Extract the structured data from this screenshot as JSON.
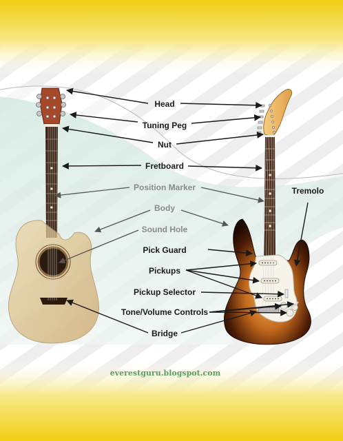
{
  "labels": {
    "head": "Head",
    "tuning_peg": "Tuning Peg",
    "nut": "Nut",
    "fretboard": "Fretboard",
    "position_marker": "Position Marker",
    "body": "Body",
    "sound_hole": "Sound Hole",
    "pick_guard": "Pick Guard",
    "pickups": "Pickups",
    "pickup_selector": "Pickup Selector",
    "tone_volume_controls": "Tone/Volume Controls",
    "bridge": "Bridge",
    "tremolo": "Tremolo"
  },
  "credit": "everestguru.blogspot.com",
  "colors": {
    "banner_yellow": "#f2d21e",
    "acoustic_wood": "#d7b878",
    "sunburst_dark": "#3a1a08",
    "sunburst_light": "#e0a24a",
    "neck": "#4a3020",
    "maple_head": "#f0c070",
    "credit_green": "#5aa05a"
  }
}
